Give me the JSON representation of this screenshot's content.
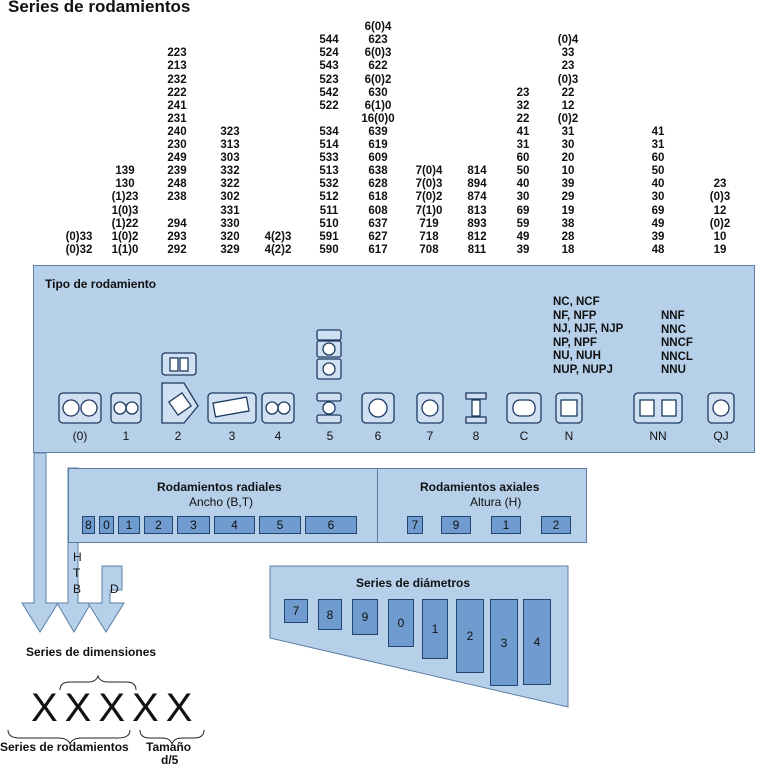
{
  "title": "Series de rodamientos",
  "series_columns": [
    {
      "key": "c0",
      "lines": [
        "",
        "",
        "",
        "",
        "",
        "",
        "",
        "",
        "",
        "",
        "",
        "",
        "",
        "",
        "",
        "",
        "",
        "(0)33",
        "(0)32"
      ]
    },
    {
      "key": "c1",
      "lines": [
        "",
        "",
        "",
        "",
        "",
        "",
        "",
        "",
        "",
        "",
        "139",
        "130",
        "(1)23",
        "1(0)3",
        "(1)22",
        "1(0)2",
        "1(1)0"
      ]
    },
    {
      "key": "c2",
      "lines": [
        "223",
        "213",
        "232",
        "222",
        "241",
        "231",
        "240",
        "230",
        "249",
        "239",
        "248",
        "238",
        "",
        "294",
        "293",
        "292"
      ]
    },
    {
      "key": "c3",
      "lines": [
        "323",
        "313",
        "303",
        "332",
        "322",
        "302",
        "331",
        "330",
        "320",
        "329"
      ]
    },
    {
      "key": "c4",
      "lines": [
        "4(2)3",
        "4(2)2"
      ]
    },
    {
      "key": "c5",
      "lines": [
        "544",
        "524",
        "543",
        "523",
        "542",
        "522",
        "",
        "534",
        "514",
        "533",
        "513",
        "532",
        "512",
        "511",
        "510",
        "591",
        "590"
      ]
    },
    {
      "key": "c6",
      "lines": [
        "6(0)4",
        "623",
        "6(0)3",
        "622",
        "6(0)2",
        "630",
        "6(1)0",
        "16(0)0",
        "639",
        "619",
        "609",
        "638",
        "628",
        "618",
        "608",
        "637",
        "627",
        "617"
      ]
    },
    {
      "key": "c7",
      "lines": [
        "7(0)4",
        "7(0)3",
        "7(0)2",
        "7(1)0",
        "719",
        "718",
        "708"
      ]
    },
    {
      "key": "c8",
      "lines": [
        "814",
        "894",
        "874",
        "813",
        "893",
        "812",
        "811"
      ]
    },
    {
      "key": "cC",
      "lines": [
        "23",
        "32",
        "22",
        "41",
        "31",
        "60",
        "50",
        "40",
        "30",
        "69",
        "59",
        "49",
        "39"
      ]
    },
    {
      "key": "cN",
      "lines": [
        "(0)4",
        "33",
        "23",
        "(0)3",
        "22",
        "12",
        "(0)2",
        "31",
        "30",
        "20",
        "10",
        "39",
        "29",
        "19",
        "38",
        "28",
        "18"
      ]
    },
    {
      "key": "cNN",
      "lines": [
        "41",
        "31",
        "60",
        "50",
        "40",
        "30",
        "69",
        "49",
        "39",
        "48"
      ]
    },
    {
      "key": "cQJ",
      "lines": [
        "23",
        "(0)3",
        "12",
        "(0)2",
        "10",
        "19"
      ]
    }
  ],
  "tipo": {
    "heading": "Tipo de rodamiento",
    "n_types": [
      "NC, NCF",
      "NF, NFP",
      "NJ, NJF, NJP",
      "NP, NPF",
      "NU, NUH",
      "NUP, NUPJ"
    ],
    "nn_types": [
      "NNF",
      "NNC",
      "NNCF",
      "NNCL",
      "NNU"
    ],
    "labels": [
      "(0)",
      "1",
      "2",
      "3",
      "4",
      "5",
      "6",
      "7",
      "8",
      "C",
      "N",
      "NN",
      "QJ"
    ]
  },
  "radiales": {
    "title": "Rodamientos radiales",
    "subtitle": "Ancho (B,T)",
    "codes": [
      "8",
      "0",
      "1",
      "2",
      "3",
      "4",
      "5",
      "6"
    ]
  },
  "axiales": {
    "title": "Rodamientos axiales",
    "subtitle": "Altura (H)",
    "codes": [
      "7",
      "9",
      "1",
      "2"
    ]
  },
  "arrow_letters": {
    "h": "H",
    "t": "T",
    "b": "B",
    "d": "D"
  },
  "diametros": {
    "title": "Series de diámetros",
    "codes": [
      "7",
      "8",
      "9",
      "0",
      "1",
      "2",
      "3",
      "4"
    ]
  },
  "dimensiones_label": "Series de dimensiones",
  "code_letters": "XXXXX",
  "bottom": {
    "series_label": "Series de rodamientos",
    "tamano_label": "Tamaño",
    "tamano_sub": "d/5"
  },
  "colors": {
    "panel": "#b6d0ea",
    "box": "#6f9bcf",
    "border": "#23446e"
  }
}
